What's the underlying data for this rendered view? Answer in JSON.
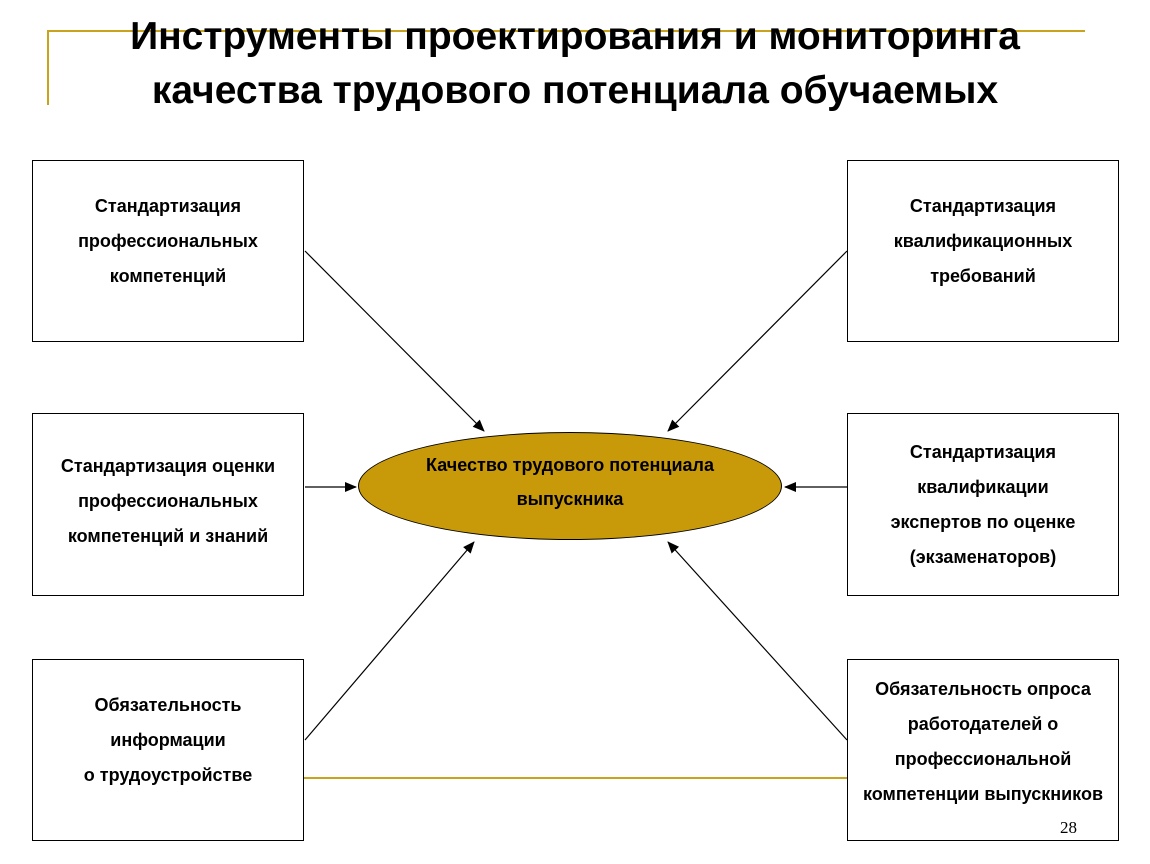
{
  "title": {
    "line1": "Инструменты проектирования и мониторинга",
    "line2": "качества трудового потенциала обучаемых"
  },
  "center": {
    "line1": "Качество трудового потенциала",
    "line2": "выпускника"
  },
  "boxes": {
    "top_left": [
      "Стандартизация",
      "профессиональных",
      "компетенций"
    ],
    "top_right": [
      "Стандартизация",
      "квалификационных",
      "требований"
    ],
    "middle_left": [
      "Стандартизация оценки",
      "профессиональных",
      "компетенций и знаний"
    ],
    "middle_right": [
      "Стандартизация",
      "квалификации",
      "экспертов по оценке",
      "(экзаменаторов)"
    ],
    "bottom_left": [
      "Обязательность",
      "информации",
      "о трудоустройстве"
    ],
    "bottom_right": [
      "Обязательность опроса",
      "работодателей о",
      "профессиональной",
      "компетенции выпускников"
    ]
  },
  "page_number": "28",
  "colors": {
    "accent": "#c9a31e",
    "ellipse_fill": "#c89a0a"
  }
}
